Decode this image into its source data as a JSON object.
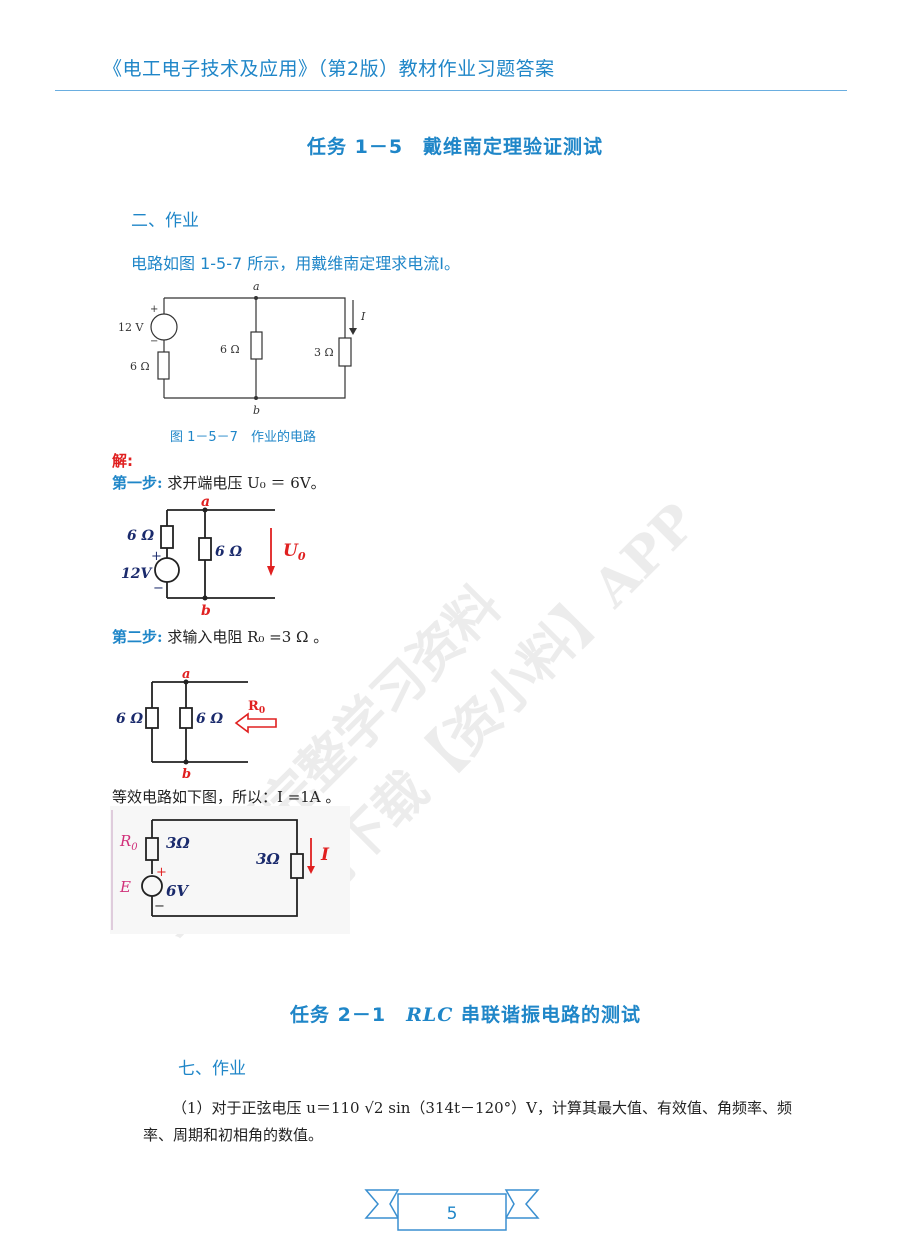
{
  "header": {
    "title": "《电工电子技术及应用》（第2版）教材作业习题答案"
  },
  "task1": {
    "title": "任务 1－5　戴维南定理验证测试",
    "section": "二、作业",
    "question": "电路如图 1-5-7 所示，用戴维南定理求电流I。",
    "figure": {
      "caption": "图 1－5－7　作业的电路",
      "source_voltage": "12 V",
      "resistor_left": "6 Ω",
      "resistor_mid": "6 Ω",
      "resistor_right": "3 Ω",
      "node_a": "a",
      "node_b": "b",
      "current": "I",
      "plus": "+",
      "minus": "−"
    },
    "solution_label": "解:",
    "step1": {
      "label": "第一步:",
      "text": " 求开端电压 U₀ ＝ 6V。"
    },
    "step1_fig": {
      "r1": "6 Ω",
      "r2": "6 Ω",
      "src": "12V",
      "u0": "U",
      "u0_sub": "0",
      "a": "a",
      "b": "b",
      "plus": "+",
      "minus": "−"
    },
    "step2": {
      "label": "第二步:",
      "text": " 求输入电阻 R₀ =3 Ω 。"
    },
    "step2_fig": {
      "r1": "6 Ω",
      "r2": "6 Ω",
      "r0": "R",
      "r0_sub": "0",
      "a": "a",
      "b": "b"
    },
    "equiv_text": "等效电路如下图，所以：I =1A 。",
    "equiv_fig": {
      "r0": "R",
      "r0_sub": "0",
      "r0_val": "3Ω",
      "r_load": "3Ω",
      "e": "E",
      "e_val": "6V",
      "i": "I",
      "plus": "+",
      "minus": "−"
    }
  },
  "task2": {
    "title_prefix": "任务 2－1　",
    "title_italic": "RLC",
    "title_suffix": " 串联谐振电路的测试",
    "section": "七、作业",
    "q1_line1": "（1）对于正弦电压 u＝110 √2 sin（314t－120°）V，计算其最大值、有效值、角频率、频",
    "q1_line2": "率、周期和初相角的数值。"
  },
  "watermark": {
    "line1": "获取更完整学习资料",
    "line2": "请下载【资小料】APP"
  },
  "page_number": "5"
}
